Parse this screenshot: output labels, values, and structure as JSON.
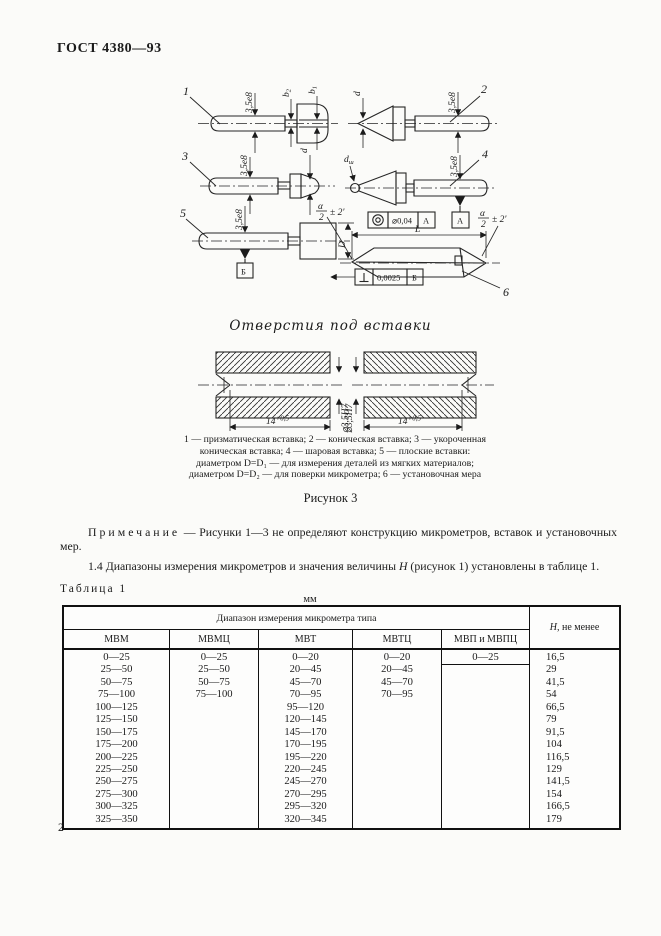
{
  "page": {
    "header": "ГОСТ 4380—93",
    "page_number": "2"
  },
  "figure": {
    "item_labels": [
      "1",
      "2",
      "3",
      "4",
      "5",
      "6"
    ],
    "dims": {
      "shank": "3,5е8",
      "b2_base": "b",
      "b2_sub": "2",
      "b1_base": "b",
      "b1_sub": "1",
      "d": "d",
      "dsh_base": "d",
      "dsh_sub": "ш",
      "big_d": "D",
      "length_l": "L",
      "angle_num": "α",
      "angle_den": "2",
      "angle_tol": "± 2'",
      "datum_a": "А",
      "datum_b": "Б",
      "runout_tol": "⌀0,04",
      "perp_tol": "0,0025"
    },
    "holes_title": "Отверстия под вставки",
    "hole_dims": {
      "depth_base": "14",
      "depth_sup": "+0,5",
      "dia": "⌀3,5Н7"
    },
    "legend_lines": [
      "1 — призматическая вставка; 2 — коническая вставка; 3 — укороченная",
      "коническая вставка; 4 — шаровая вставка; 5 — плоские вставки:",
      "диаметром D=D₁ — для измерения деталей из мягких материалов;",
      "диаметром D=D₂ — для поверки микрометра; 6 — установочная мера"
    ],
    "caption": "Рисунок 3"
  },
  "note": {
    "label": "Примечание",
    "text": " — Рисунки 1—3 не определяют конструкцию микрометров, вставок и установочных мер."
  },
  "para_14": {
    "before": "1.4 Диапазоны измерения микрометров и значения величины ",
    "var": "Н",
    "after": " (рисунок 1) установлены в таблице 1."
  },
  "table": {
    "label": "Таблица 1",
    "units": "мм",
    "span_header": "Диапазон измерения микрометра типа",
    "h_var": "Н,",
    "h_rest": " не менее",
    "type_headers": [
      "МВМ",
      "МВМЦ",
      "МВТ",
      "МВТЦ",
      "МВП и МВПЦ"
    ],
    "col_mvm": [
      "0—25",
      "25—50",
      "50—75",
      "75—100",
      "100—125",
      "125—150",
      "150—175",
      "175—200",
      "200—225",
      "225—250",
      "250—275",
      "275—300",
      "300—325",
      "325—350"
    ],
    "col_mvmc": [
      "0—25",
      "25—50",
      "50—75",
      "75—100"
    ],
    "col_mvt": [
      "0—20",
      "20—45",
      "45—70",
      "70—95",
      "95—120",
      "120—145",
      "145—170",
      "170—195",
      "195—220",
      "220—245",
      "245—270",
      "270—295",
      "295—320",
      "320—345"
    ],
    "col_mvtc": [
      "0—20",
      "20—45",
      "45—70",
      "70—95"
    ],
    "col_mvp": [
      "0—25"
    ],
    "col_h": [
      "16,5",
      "29",
      "41,5",
      "54",
      "66,5",
      "79",
      "91,5",
      "104",
      "116,5",
      "129",
      "141,5",
      "154",
      "166,5",
      "179"
    ]
  }
}
